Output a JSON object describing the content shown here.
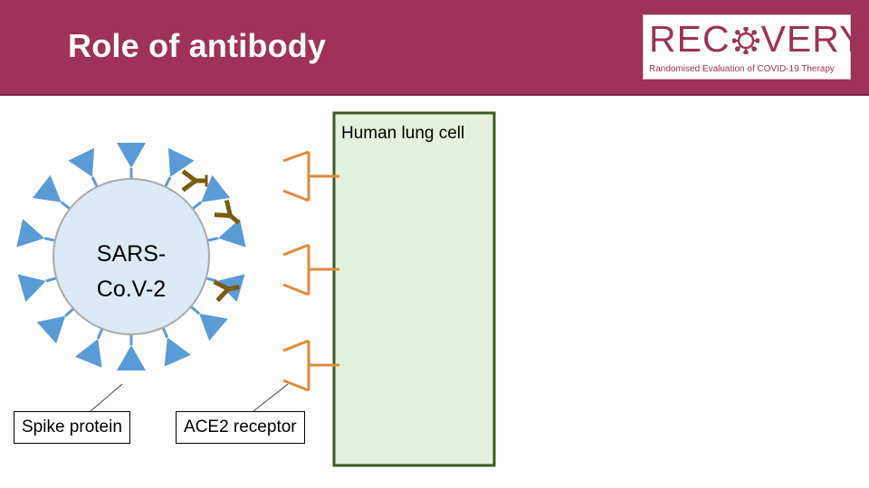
{
  "header": {
    "title": "Role of antibody",
    "background": "#9e3259"
  },
  "logo": {
    "word_before": "REC",
    "word_after": "VERY",
    "tagline": "Randomised Evaluation of COVID-19 Therapy",
    "color": "#9e3259",
    "icon": "coronavirus-icon"
  },
  "diagram": {
    "lung_cell_label": "Human lung cell",
    "virus_label_line1": "SARS-",
    "virus_label_line2": "Co.V-2",
    "callouts": {
      "spike": "Spike protein",
      "ace2": "ACE2 receptor"
    },
    "colors": {
      "virus_fill": "#dce9f6",
      "virus_stroke": "#a9a9a9",
      "spike": "#5b9bd5",
      "receptor": "#e08a3c",
      "antibody": "#7a5c0e",
      "cell_fill": "#e4f1dc",
      "cell_stroke": "#3a5a28"
    }
  }
}
